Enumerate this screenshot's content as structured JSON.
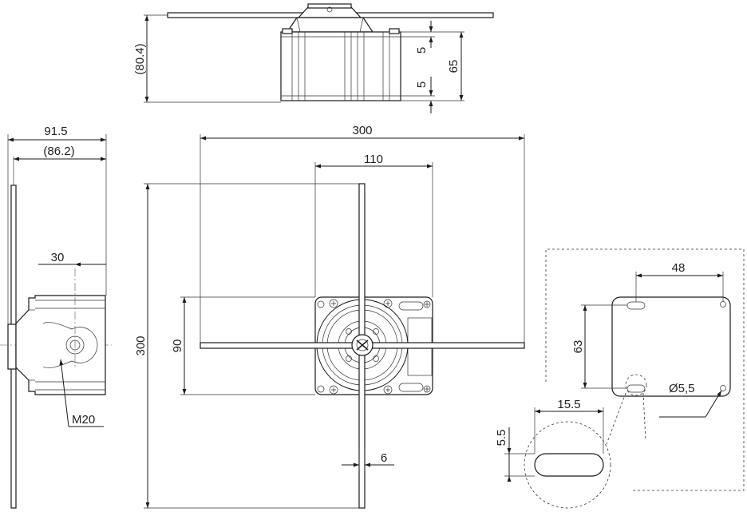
{
  "dimensions": {
    "top_height": "(80.4)",
    "top_upper_gap": "5",
    "top_lower_gap": "5",
    "top_body_height": "65",
    "side_overall": "91.5",
    "side_body": "(86.2)",
    "side_axis_offset": "30",
    "side_thread": "M20",
    "front_width": "300",
    "front_body_width": "110",
    "front_height": "300",
    "front_body_height": "90",
    "rod_width": "6",
    "detail_hole_spacing": "48",
    "detail_vertical": "63",
    "detail_hole_diameter": "Ø5,5",
    "slot_length": "15.5",
    "slot_width": "5.5"
  }
}
